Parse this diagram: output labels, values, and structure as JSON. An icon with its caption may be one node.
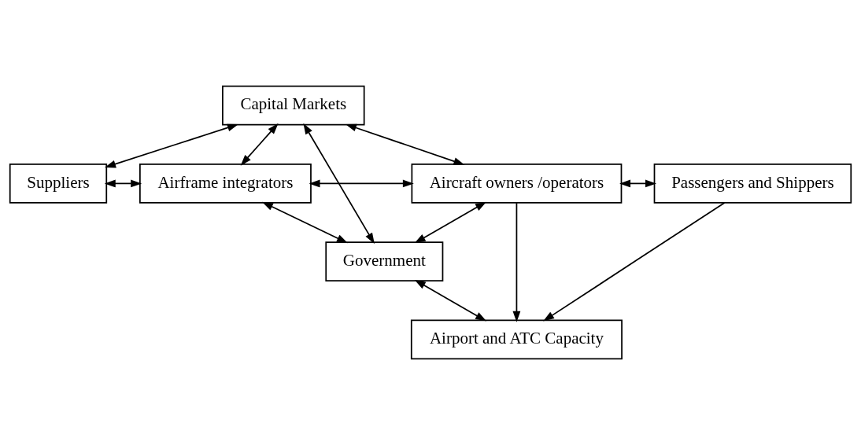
{
  "diagram": {
    "nodes": [
      {
        "text": [
          "Capital Markets"
        ]
      },
      {
        "text": [
          "Suppliers"
        ]
      },
      {
        "text": [
          "Airframe integrators"
        ]
      },
      {
        "text": [
          "Aircraft owners /operators"
        ]
      },
      {
        "text": [
          "Passengers and Shippers"
        ]
      },
      {
        "text": [
          "Airport and ATC Capacity"
        ]
      },
      {
        "text": [
          "Government"
        ]
      }
    ],
    "edges": [
      {
        "from": 1,
        "to": 0,
        "arrow": "both"
      },
      {
        "from": 2,
        "to": 0,
        "arrow": "both"
      },
      {
        "from": 0,
        "to": 6,
        "arrow": "both"
      },
      {
        "from": 0,
        "to": 3,
        "arrow": "both"
      },
      {
        "from": 1,
        "to": 2,
        "arrow": "both"
      },
      {
        "from": 2,
        "to": 3,
        "arrow": "both"
      },
      {
        "from": 3,
        "to": 4,
        "arrow": "both"
      },
      {
        "from": 3,
        "to": 5,
        "arrow": "to"
      },
      {
        "from": 4,
        "to": 5,
        "arrow": "to"
      },
      {
        "from": 2,
        "to": 6,
        "arrow": "both"
      },
      {
        "from": 3,
        "to": 6,
        "arrow": "both"
      },
      {
        "from": 6,
        "to": 5,
        "arrow": "both"
      }
    ]
  }
}
